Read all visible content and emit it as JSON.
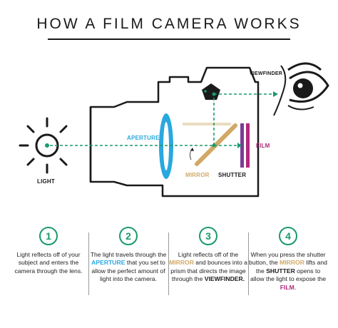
{
  "title": "HOW A FILM CAMERA WORKS",
  "labels": {
    "light": "LIGHT",
    "aperture": "APERTURE",
    "mirror": "MIRROR",
    "shutter": "SHUTTER",
    "film": "FILM",
    "viewfinder": "VIEWFINDER"
  },
  "colors": {
    "green": "#1a9a6a",
    "blue": "#29a8df",
    "tan": "#d1a866",
    "magenta": "#b5277e",
    "purple": "#7a3d96",
    "dark": "#1a1a1a"
  },
  "steps": [
    {
      "number": "1",
      "parts": [
        {
          "text": "Light reflects off of your subject and enters the camera through the lens.",
          "style": "normal"
        }
      ]
    },
    {
      "number": "2",
      "parts": [
        {
          "text": "The light travels through the ",
          "style": "normal"
        },
        {
          "text": "APERTURE",
          "style": "blue"
        },
        {
          "text": " that you set to allow the perfect amount of light into the camera.",
          "style": "normal"
        }
      ]
    },
    {
      "number": "3",
      "parts": [
        {
          "text": "Light reflects off of the ",
          "style": "normal"
        },
        {
          "text": "MIRROR",
          "style": "tan"
        },
        {
          "text": " and bounces into a prism that directs the image through the ",
          "style": "normal"
        },
        {
          "text": "VIEWFINDER.",
          "style": "dark"
        }
      ]
    },
    {
      "number": "4",
      "parts": [
        {
          "text": "When you press the shutter button, the ",
          "style": "normal"
        },
        {
          "text": "MIRROR",
          "style": "tan"
        },
        {
          "text": " lifts and the ",
          "style": "normal"
        },
        {
          "text": "SHUTTER",
          "style": "dark"
        },
        {
          "text": " opens to allow the light to expose the ",
          "style": "normal"
        },
        {
          "text": "FILM",
          "style": "magenta"
        },
        {
          "text": ".",
          "style": "normal"
        }
      ]
    }
  ]
}
